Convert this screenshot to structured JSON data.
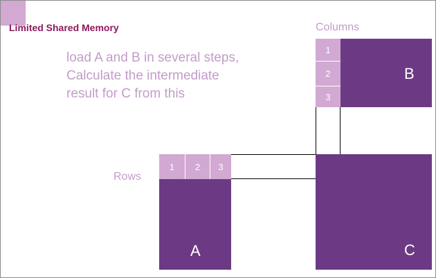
{
  "title": "Limited Shared Memory",
  "description": {
    "lines": [
      "load A and B in several steps,",
      "Calculate the intermediate",
      "result for C from this"
    ]
  },
  "labels": {
    "columns": "Columns",
    "rows": "Rows"
  },
  "matrices": {
    "a": "A",
    "b": "B",
    "c": "C"
  },
  "column_steps": [
    "1",
    "2",
    "3"
  ],
  "row_steps": [
    "1",
    "2",
    "3"
  ],
  "colors": {
    "matrix": "#6c3a84",
    "highlight": "#d1a9d2",
    "title": "#8b1a5c",
    "text": "#c39bc9"
  }
}
